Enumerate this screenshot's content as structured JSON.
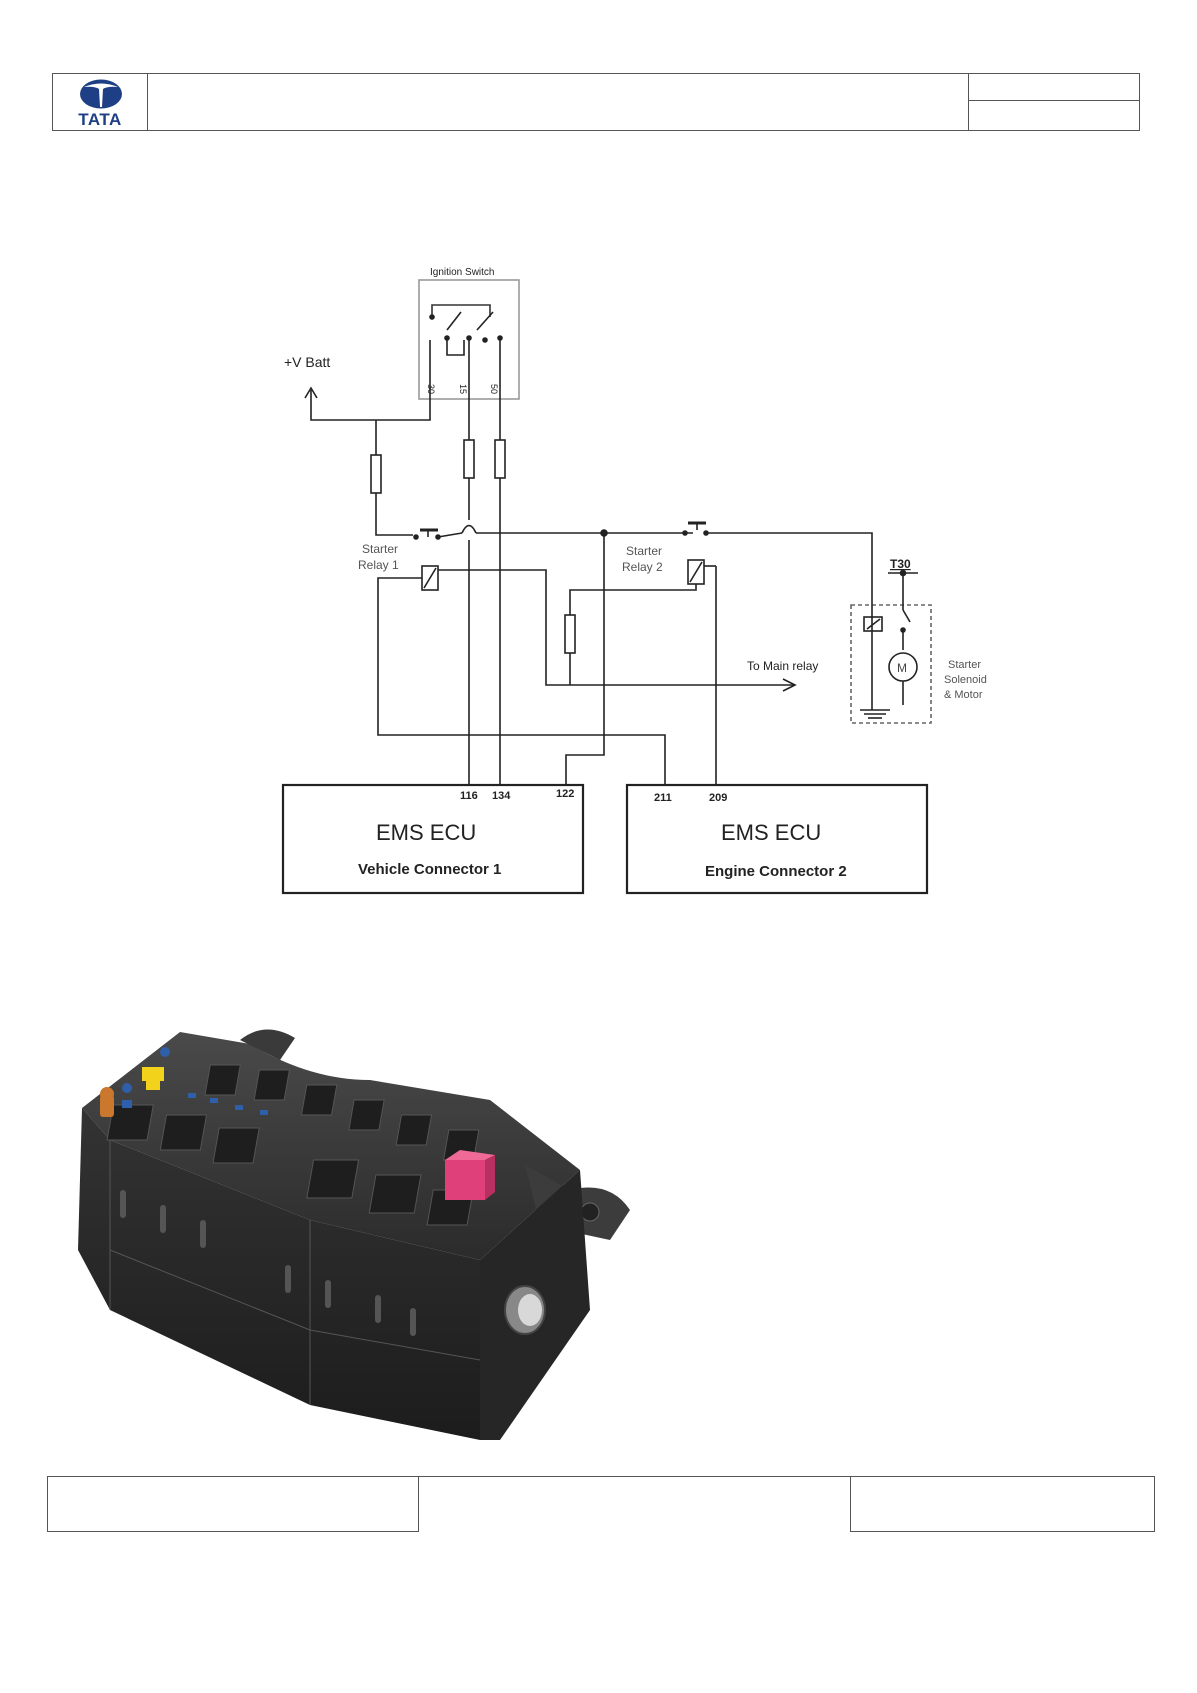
{
  "header": {
    "logo_text": "TATA"
  },
  "diagram": {
    "ignition_switch": "Ignition Switch",
    "pin_30": "30",
    "pin_15": "15",
    "pin_50": "50",
    "vbatt": "+V Batt",
    "starter_relay_1_line1": "Starter",
    "starter_relay_1_line2": "Relay 1",
    "starter_relay_2_line1": "Starter",
    "starter_relay_2_line2": "Relay 2",
    "t30": "T30",
    "main_relay": "To Main relay",
    "starter_motor_line1": "Starter",
    "starter_motor_line2": "Solenoid",
    "starter_motor_line3": "& Motor",
    "motor_symbol": "M",
    "ecu1": {
      "title": "EMS  ECU",
      "subtitle": "Vehicle Connector 1",
      "pins": [
        "116",
        "134",
        "122"
      ]
    },
    "ecu2": {
      "title": "EMS  ECU",
      "subtitle": "Engine Connector 2",
      "pins": [
        "211",
        "209"
      ]
    }
  },
  "colors": {
    "logo_blue": "#1e3f85",
    "fuse_pink": "#e0407a",
    "fuse_yellow": "#f2d21b",
    "housing": "#2a2a2a"
  }
}
